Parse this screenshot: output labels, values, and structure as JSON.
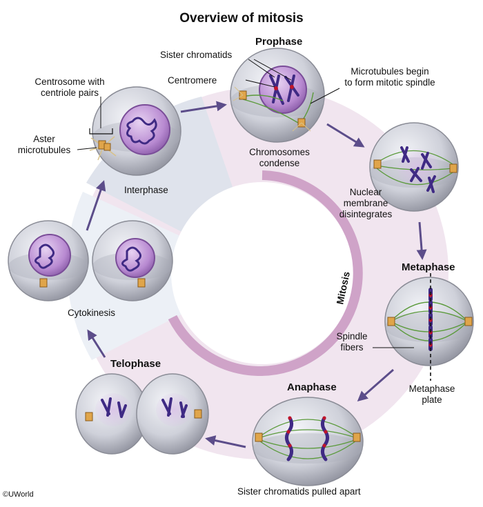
{
  "title": "Overview of mitosis",
  "ring_label": "Mitosis",
  "stages": {
    "interphase": "Interphase",
    "prophase": "Prophase",
    "metaphase": "Metaphase",
    "anaphase": "Anaphase",
    "telophase": "Telophase",
    "cytokinesis": "Cytokinesis"
  },
  "labels": {
    "centrosome_line1": "Centrosome with",
    "centrosome_line2": "centriole pairs",
    "aster_line1": "Aster",
    "aster_line2": "microtubules",
    "sister_chromatids": "Sister chromatids",
    "centromere": "Centromere",
    "microtubules_line1": "Microtubules begin",
    "microtubules_line2": "to form mitotic spindle",
    "condense_line1": "Chromosomes",
    "condense_line2": "condense",
    "nuclear_line1": "Nuclear",
    "nuclear_line2": "membrane",
    "nuclear_line3": "disintegrates",
    "spindle_line1": "Spindle",
    "spindle_line2": "fibers",
    "plate_line1": "Metaphase",
    "plate_line2": "plate",
    "pulled_apart": "Sister chromatids pulled apart"
  },
  "copyright": "©UWorld",
  "colors": {
    "mitosis_region": "#f1e5ef",
    "interphase_region": "#dfe3ec",
    "cytokinesis_region": "#ecf0f6",
    "inner_ring": "#cfa3c8",
    "arrow": "#5c4d8a",
    "cell_fill": "#c9cad3",
    "nucleus": "#b98ad0",
    "chromosome": "#3f2a84",
    "spindle": "#5a9a3a",
    "centromere": "#c0152a"
  }
}
